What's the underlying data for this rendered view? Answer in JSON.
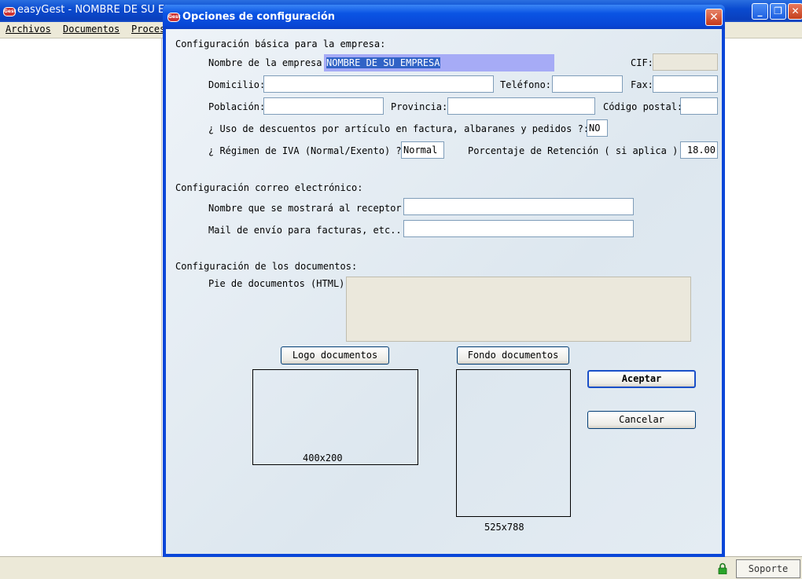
{
  "main_window": {
    "title": "easyGest - NOMBRE DE SU EMP",
    "logo_text": "Gest",
    "menu": [
      "Archivos",
      "Documentos",
      "Proces"
    ],
    "status": {
      "soporte_label": "Soporte"
    }
  },
  "dialog": {
    "title": "Opciones de configuración",
    "close_glyph": "✕",
    "basic": {
      "section_label": "Configuración básica para la empresa:",
      "nombre_label": "Nombre de la empresa:",
      "nombre_value": "NOMBRE DE SU EMPRESA",
      "cif_label": "CIF:",
      "cif_value": "",
      "domicilio_label": "Domicilio:",
      "domicilio_value": "",
      "telefono_label": "Teléfono:",
      "telefono_value": "",
      "fax_label": "Fax:",
      "fax_value": "",
      "poblacion_label": "Población:",
      "poblacion_value": "",
      "provincia_label": "Provincia:",
      "provincia_value": "",
      "cp_label": "Código postal:",
      "cp_value": "",
      "descuentos_label": "¿ Uso de descuentos por artículo en factura, albaranes y pedidos  ?:",
      "descuentos_value": "NO",
      "iva_label": "¿ Régimen de IVA (Normal/Exento) ?:",
      "iva_value": "Normal",
      "retencion_label": "Porcentaje de Retención  ( si aplica ):",
      "retencion_value": "18.00"
    },
    "email": {
      "section_label": "Configuración correo electrónico:",
      "receptor_label": "Nombre que se mostrará al receptor:",
      "receptor_value": "",
      "mail_label": "Mail de envío para facturas, etc..:",
      "mail_value": ""
    },
    "documents": {
      "section_label": "Configuración de los documentos:",
      "pie_label": "Pie de documentos (HTML):",
      "pie_value": "",
      "logo_button": "Logo documentos",
      "logo_size": "400x200",
      "fondo_button": "Fondo documentos",
      "fondo_size": "525x788"
    },
    "buttons": {
      "accept": "Aceptar",
      "cancel": "Cancelar"
    }
  }
}
